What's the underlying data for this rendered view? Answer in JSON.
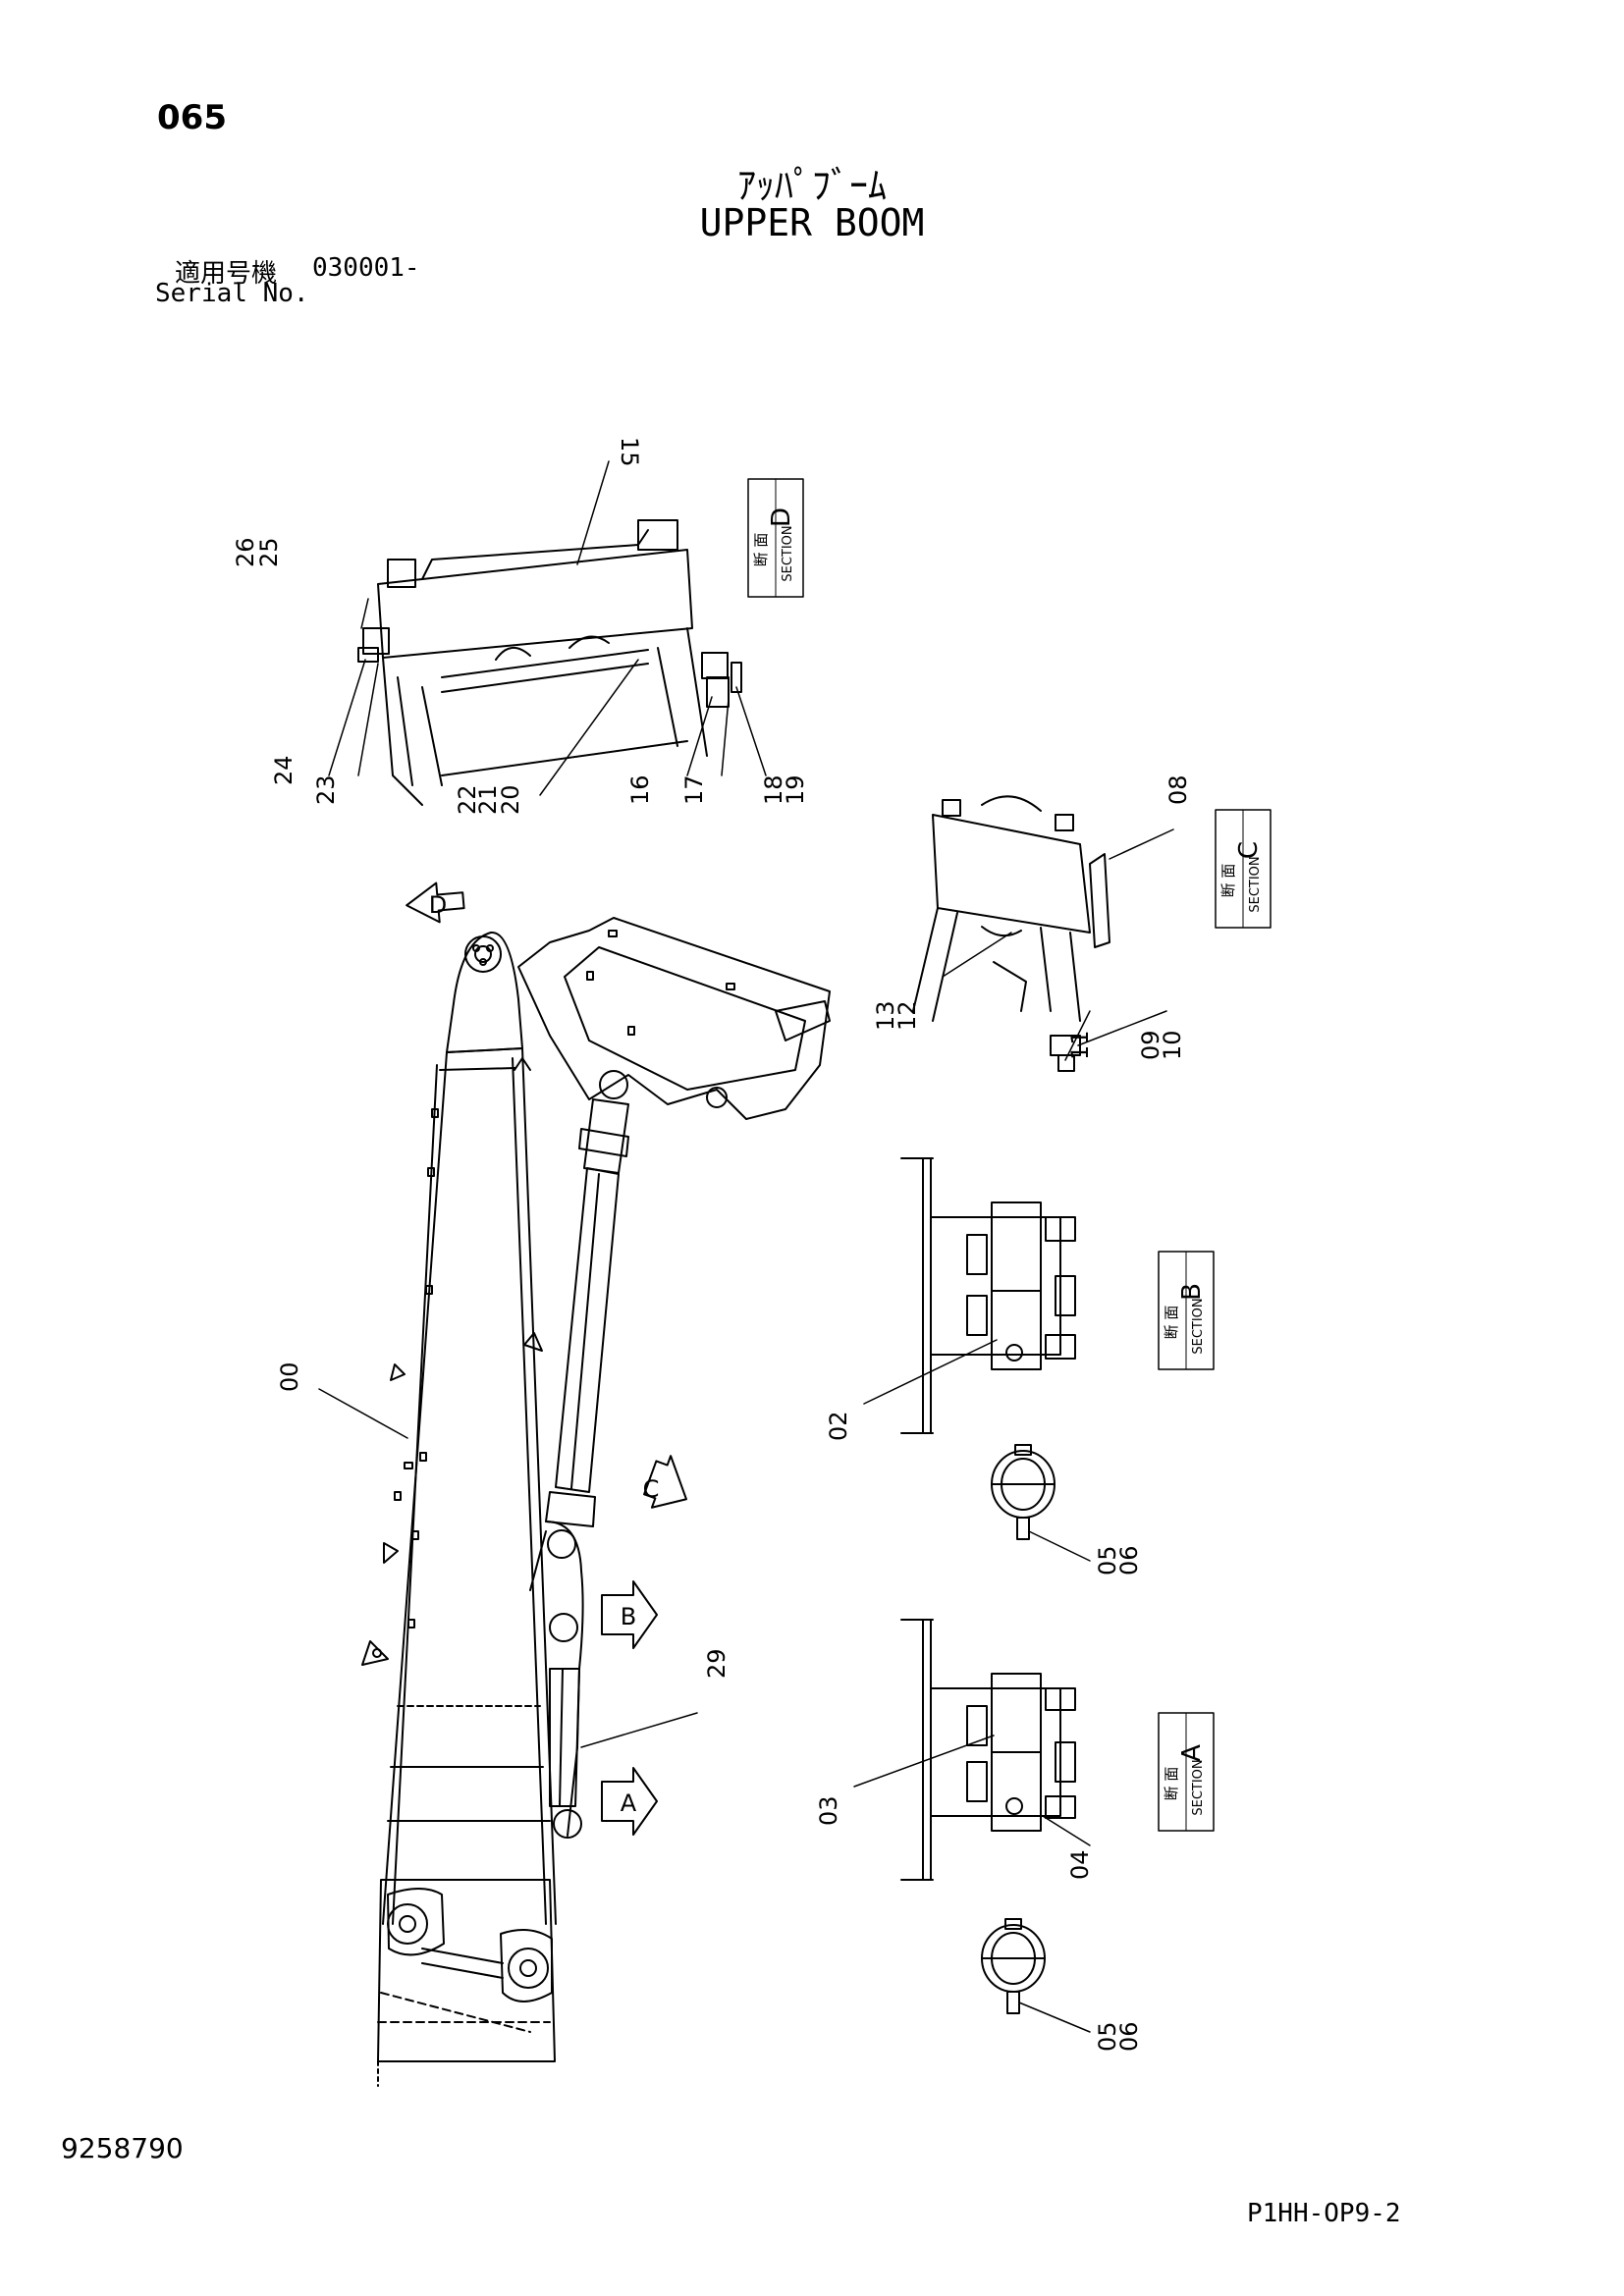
{
  "header": {
    "page_number": "065",
    "title_jp": "ｱｯﾊﾟﾌﾞｰﾑ",
    "title_en": "UPPER BOOM",
    "serial_label_jp": "適用号機",
    "serial_value": "030001-",
    "serial_label_en": "Serial No."
  },
  "footer": {
    "doc_number": "9258790",
    "sheet_code": "P1HH-OP9-2"
  },
  "sections": {
    "D": {
      "letter": "D",
      "jp": "断 面",
      "en": "SECTION"
    },
    "C": {
      "letter": "C",
      "jp": "断 面",
      "en": "SECTION"
    },
    "B": {
      "letter": "B",
      "jp": "断 面",
      "en": "SECTION"
    },
    "A": {
      "letter": "A",
      "jp": "断 面",
      "en": "SECTION"
    }
  },
  "view_arrows": [
    "D",
    "C",
    "B",
    "A"
  ],
  "callouts": {
    "c15": "15",
    "c26": "26",
    "c25": "25",
    "c24": "24",
    "c23": "23",
    "c22": "22",
    "c21": "21",
    "c20": "20",
    "c16": "16",
    "c17": "17",
    "c18": "18",
    "c19": "19",
    "c08": "08",
    "c13": "13",
    "c12": "12",
    "c11": "11",
    "c09": "09",
    "c10": "10",
    "c00": "00",
    "c02": "02",
    "c05a": "05",
    "c06a": "06",
    "c29": "29",
    "c03": "03",
    "c04": "04",
    "c05b": "05",
    "c06b": "06"
  }
}
